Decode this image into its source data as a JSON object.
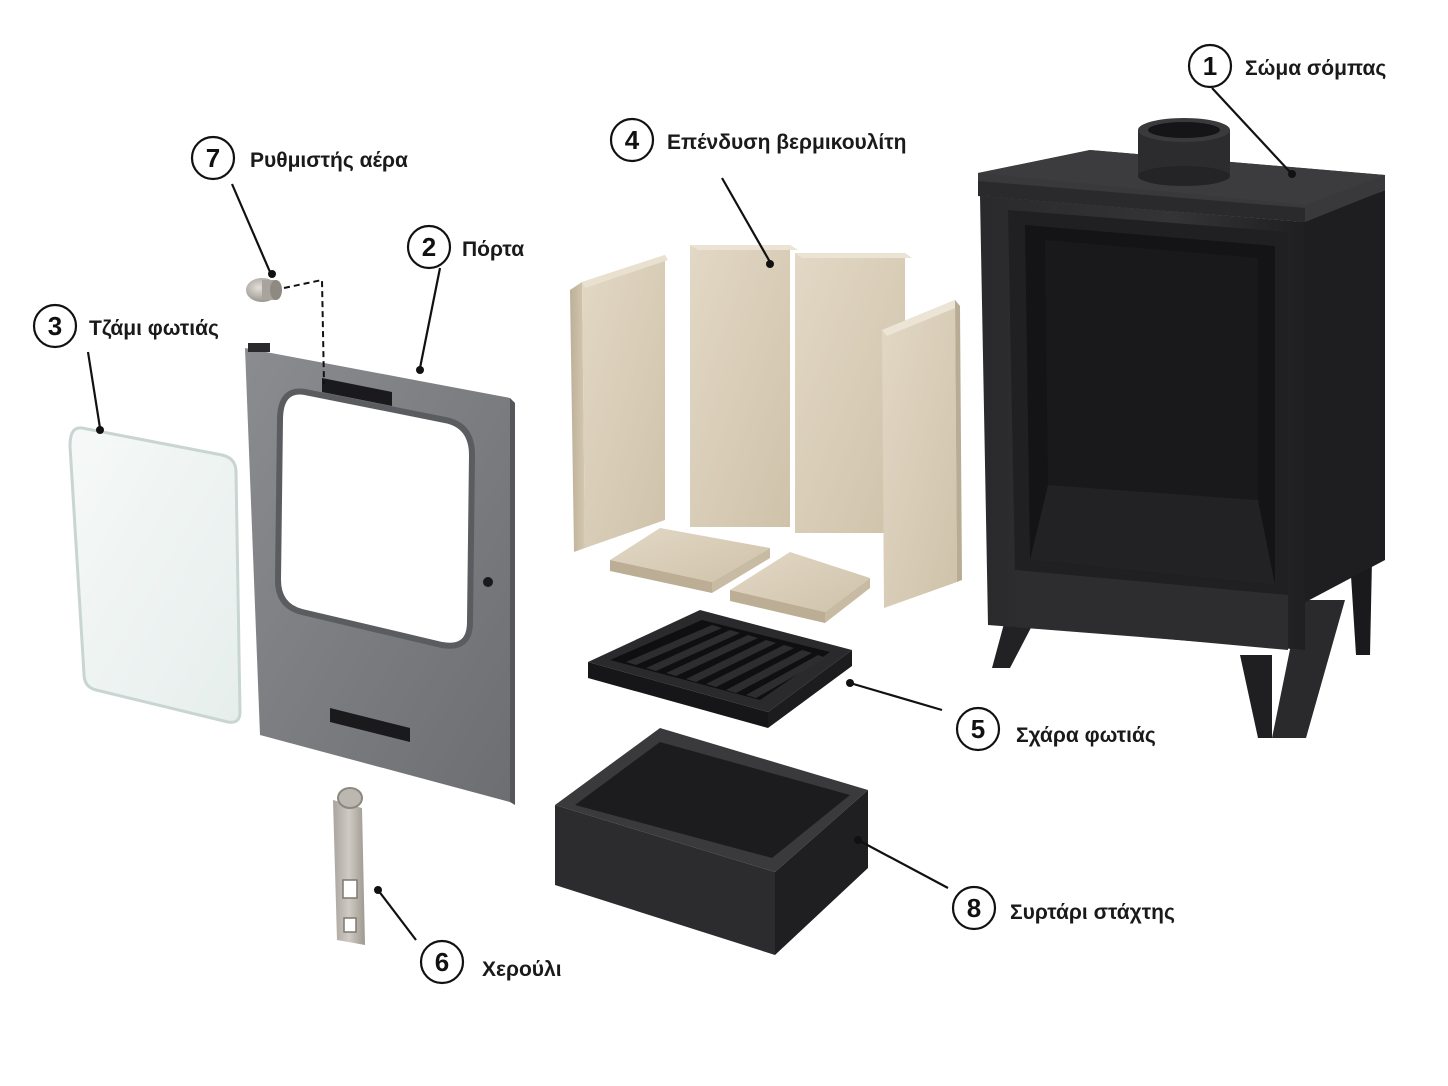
{
  "callouts": [
    {
      "number": "1",
      "label": "Σώμα σόμπας"
    },
    {
      "number": "2",
      "label": "Πόρτα"
    },
    {
      "number": "3",
      "label": "Τζάμι φωτιάς"
    },
    {
      "number": "4",
      "label": "Επένδυση βερμικουλίτη"
    },
    {
      "number": "5",
      "label": "Σχάρα φωτιάς"
    },
    {
      "number": "6",
      "label": "Χερούλι"
    },
    {
      "number": "7",
      "label": "Ρυθμιστής αέρα"
    },
    {
      "number": "8",
      "label": "Συρτάρι στάχτης"
    }
  ],
  "colors": {
    "stove_body": "#2b2b2d",
    "door": "#7b7d80",
    "vermiculite": "#d9cdb8",
    "glass": "#eef3f2",
    "grate": "#1e1e20",
    "ash_drawer": "#2a2a2c",
    "handle": "#b8b4ad"
  }
}
